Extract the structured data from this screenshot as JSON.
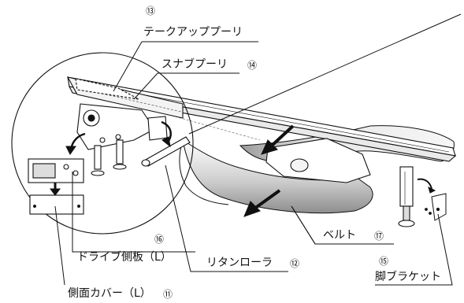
{
  "labels": {
    "takeup_pulley": {
      "name": "テークアッププーリ",
      "num": "⑬"
    },
    "snub_pulley": {
      "name": "スナブプーリ",
      "num": "⑭"
    },
    "drive_side_plate": {
      "name": "ドライブ側板（L）",
      "num": "⑯"
    },
    "return_roller": {
      "name": "リタンローラ",
      "num": "⑫"
    },
    "belt": {
      "name": "ベルト",
      "num": "⑰"
    },
    "leg_bracket": {
      "name": "脚ブラケット",
      "num": "⑮"
    },
    "side_cover": {
      "name": "側面カバー（L）",
      "num": "⑪"
    }
  },
  "colors": {
    "line": "#111111",
    "belt_shadow": "#9a9a9a",
    "belt_light": "#f2f2f2",
    "arrow": "#111111"
  }
}
